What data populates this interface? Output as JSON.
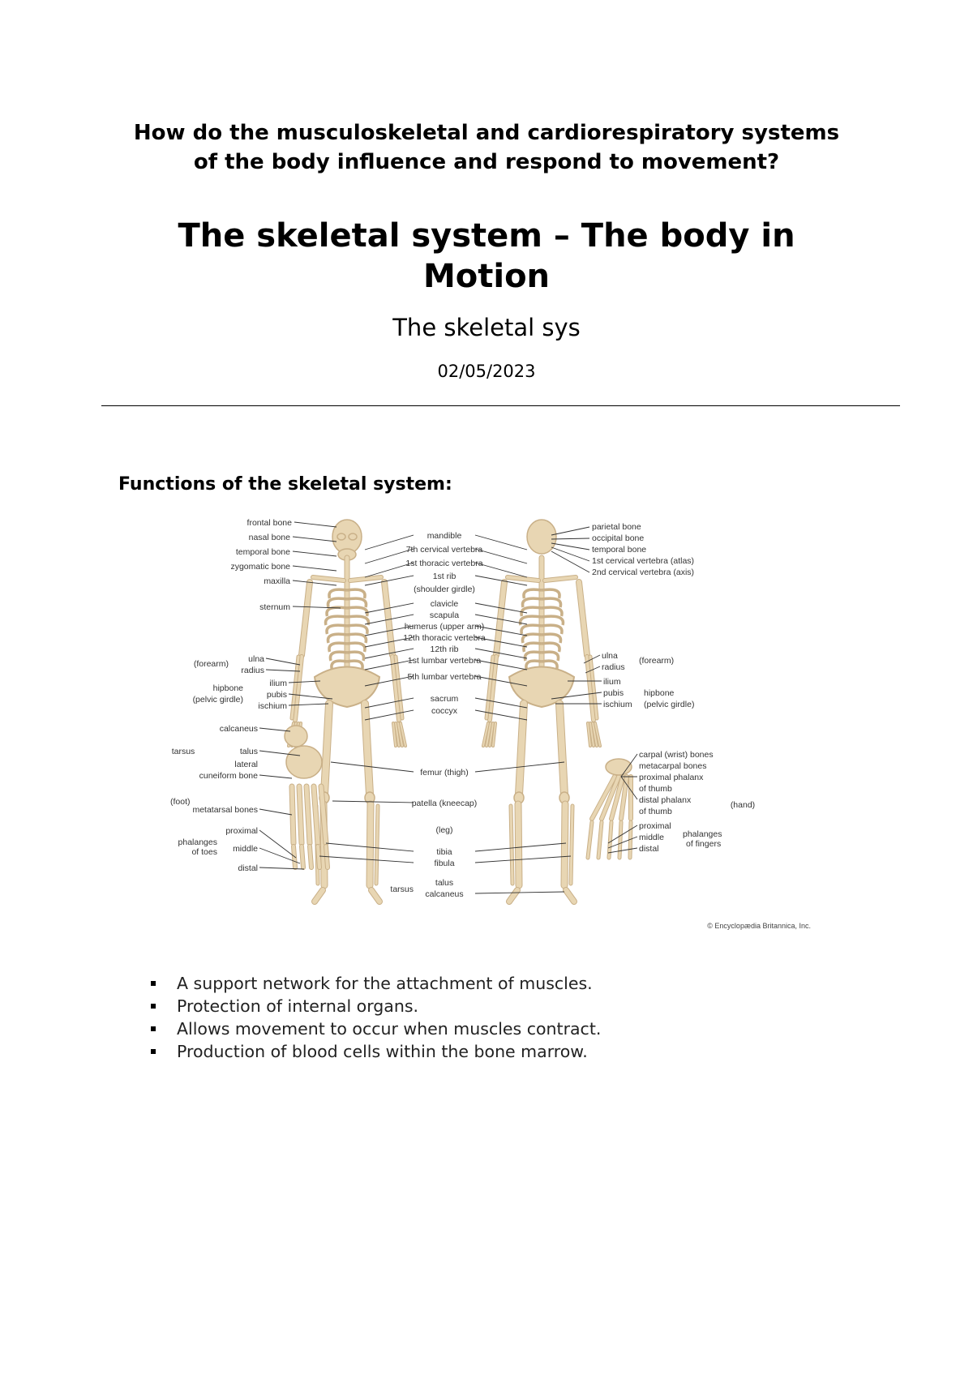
{
  "document": {
    "question": "How do the musculoskeletal and cardiorespiratory systems of the body influence and respond to movement?",
    "title": "The skeletal system – The body in Motion",
    "subtitle": "The skeletal sys",
    "date": "02/05/2023",
    "section_heading": "Functions of the skeletal system:",
    "functions": [
      "A support network for the attachment of muscles.",
      "Protection of internal organs.",
      "Allows movement to occur when muscles contract.",
      "Production of blood cells within the bone marrow."
    ]
  },
  "figure": {
    "front_left_labels": [
      "frontal bone",
      "nasal bone",
      "temporal bone",
      "zygomatic bone",
      "maxilla",
      "sternum"
    ],
    "left_arm_labels": [
      "(forearm)",
      "ulna",
      "radius"
    ],
    "left_hip_labels": [
      "hipbone",
      "(pelvic girdle)",
      "ilium",
      "pubis",
      "ischium"
    ],
    "center_labels": [
      "mandible",
      "7th cervical vertebra",
      "1st thoracic vertebra",
      "1st rib",
      "(shoulder girdle)",
      "clavicle",
      "scapula",
      "humerus (upper arm)",
      "12th thoracic vertebra",
      "12th rib",
      "1st lumbar vertebra",
      "5th lumbar vertebra",
      "sacrum",
      "coccyx"
    ],
    "back_right_labels": [
      "parietal bone",
      "occipital bone",
      "temporal bone",
      "1st cervical vertebra (atlas)",
      "2nd cervical vertebra (axis)"
    ],
    "right_arm_labels": [
      "ulna",
      "radius",
      "(forearm)"
    ],
    "right_hip_labels": [
      "ilium",
      "pubis",
      "ischium",
      "hipbone",
      "(pelvic girdle)"
    ],
    "leg_labels": [
      "femur (thigh)",
      "patella (kneecap)",
      "(leg)",
      "tibia",
      "fibula",
      "tarsus",
      "talus",
      "calcaneus"
    ],
    "foot_labels": [
      "calcaneus",
      "talus",
      "lateral",
      "cuneiform bone",
      "tarsus",
      "(foot)",
      "metatarsal bones",
      "proximal",
      "middle",
      "distal",
      "phalanges",
      "of toes"
    ],
    "hand_labels": [
      "carpal (wrist) bones",
      "metacarpal bones",
      "proximal phalanx",
      "of thumb",
      "distal phalanx",
      "of thumb",
      "proximal",
      "middle",
      "distal",
      "phalanges",
      "of fingers",
      "(hand)"
    ],
    "credit": "© Encyclopædia Britannica, Inc.",
    "bone_color": "#e8d6b3",
    "bone_shadow": "#c9b088",
    "line_color": "#333333"
  }
}
